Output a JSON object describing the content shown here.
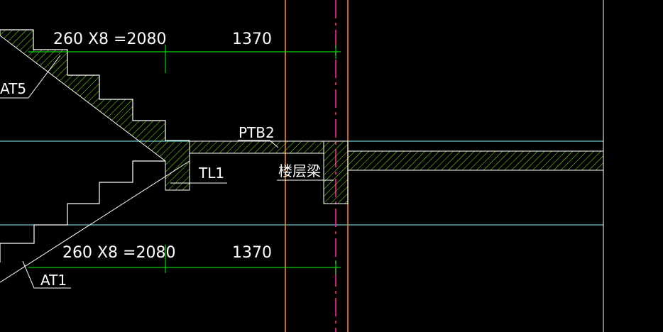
{
  "drawing": {
    "dims": {
      "upper_left": "260 X8 =2080",
      "upper_right": "1370",
      "lower_left": "260 X8 =2080",
      "lower_right": "1370"
    },
    "labels": {
      "at5": "AT5",
      "at1": "AT1",
      "ptb2": "PTB2",
      "tl1": "TL1",
      "floor_beam": "楼层梁"
    },
    "colors": {
      "background": "#000000",
      "text": "#ffffff",
      "dim_line": "#00ff00",
      "hatch": "#7fff00",
      "grid_line_cyan": "#8ff5ff",
      "axis_orange": "#ff8c1a",
      "axis_magenta": "#ff2e9e",
      "edge_white": "#ffffff"
    }
  }
}
